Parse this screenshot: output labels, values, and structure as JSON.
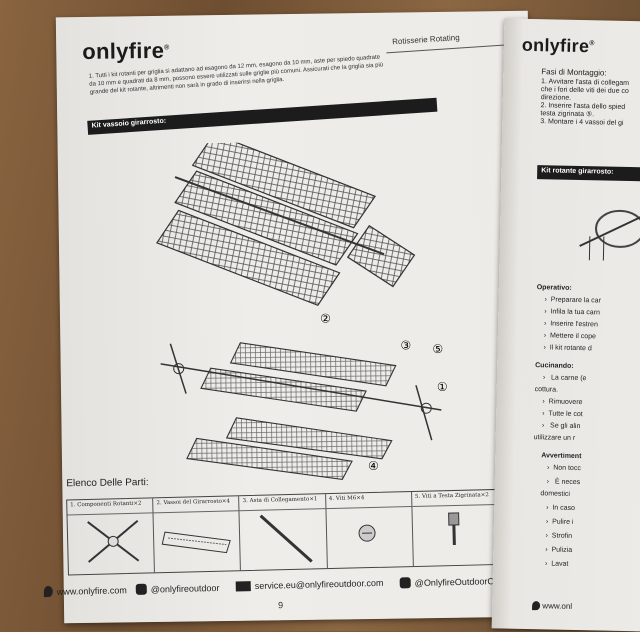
{
  "left": {
    "logo": "onlyfire",
    "trademark": "®",
    "header_title": "Rotisserie Rotating",
    "intro_lines": [
      "1. Tutti i kit rotanti per griglia si adattano ad esagono da 12 mm, esagono da 10 mm, aste per spiedo quadrate",
      "da 10 mm e quadrati da 8 mm, possono essere utilizzati sulle griglie più comuni. Assicurati che la griglia sia più",
      "grande del kit rotante, altrimenti non sarà in grado di inserirsi nella griglia."
    ],
    "section_band": "Kit vassoio girarrosto:",
    "callouts": [
      "②",
      "③",
      "⑤",
      "①",
      "④"
    ],
    "parts_title": "Elenco Delle Parti:",
    "parts": [
      "1. Componenti Rotanti×2",
      "2. Vassoi del Girarrosto×4",
      "3. Asta di Collegamento×1",
      "4. Viti M6×4",
      "5. Viti a Testa Zigrinata×2"
    ],
    "footer": {
      "web": "www.onlyfire.com",
      "instagram": "@onlyfireoutdoor",
      "email": "service.eu@onlyfireoutdoor.com",
      "facebook": "@OnlyfireOutdoorCooking"
    },
    "page_number": "9"
  },
  "right": {
    "logo": "onlyfire",
    "trademark": "®",
    "assembly_title": "Fasi di Montaggio:",
    "assembly_lines": [
      "1. Avvitare l'asta di collegam",
      "che i fori delle viti dei due co",
      "direzione.",
      "2. Inserire l'asta dello spied",
      "testa zigrinata ⑤.",
      "3. Montare i 4 vassoi del gi"
    ],
    "band": "Kit rotante girarrosto:",
    "operativo_title": "Operativo:",
    "operativo_items": [
      "Preparare la car",
      "Infila la tua carn",
      "Inserire l'estren",
      "Mettere il cope",
      "Il kit rotante d"
    ],
    "cucinando_title": "Cucinando:",
    "cucinando_lines": [
      "La carne (e",
      "cottura.",
      "Rimuovere",
      "Tutte le cot",
      "Se gli alin",
      "utilizzare un r"
    ],
    "avvert_title": "Avvertiment",
    "avvert_lines": [
      "Non tocc",
      "È neces",
      "domestici",
      "In caso",
      "Pulire i",
      "Strofin",
      "Pulizia",
      "Lavat"
    ],
    "footer_web": "www.onl"
  }
}
